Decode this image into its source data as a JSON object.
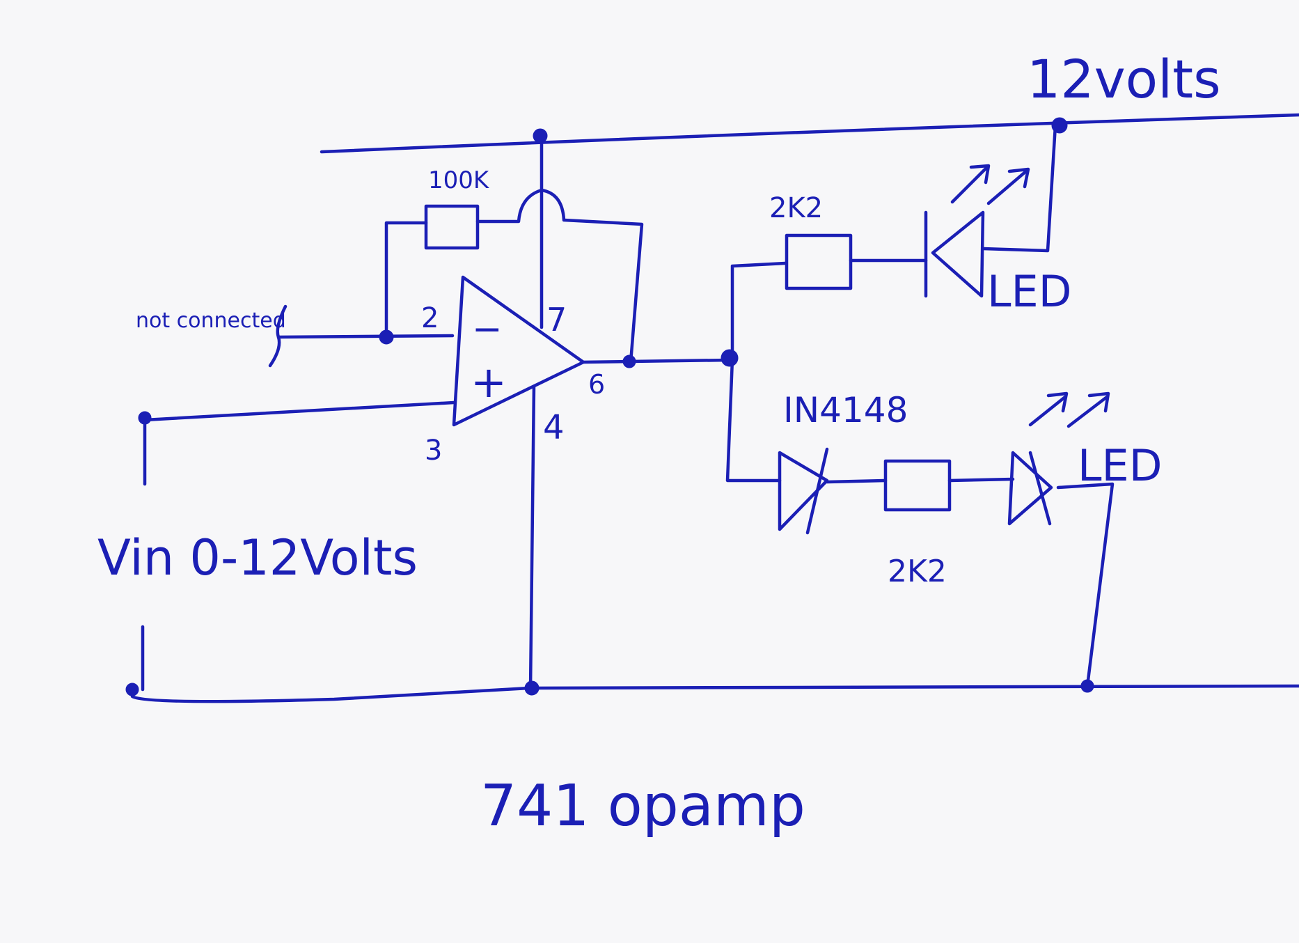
{
  "labels": {
    "supply": "12volts",
    "feedback_resistor": "100K",
    "not_connected": "not connected",
    "pin2": "2",
    "pin3": "3",
    "pin4": "4",
    "pin6": "6",
    "pin7": "7",
    "minus": "−",
    "plus": "+",
    "r_top": "2K2",
    "r_bottom": "2K2",
    "diode": "IN4148",
    "led_top": "LED",
    "led_bottom": "LED",
    "input": "Vin 0-12Volts",
    "caption": "741 opamp"
  },
  "colors": {
    "ink": "#1b1fb5",
    "paper": "#f7f7f9"
  }
}
